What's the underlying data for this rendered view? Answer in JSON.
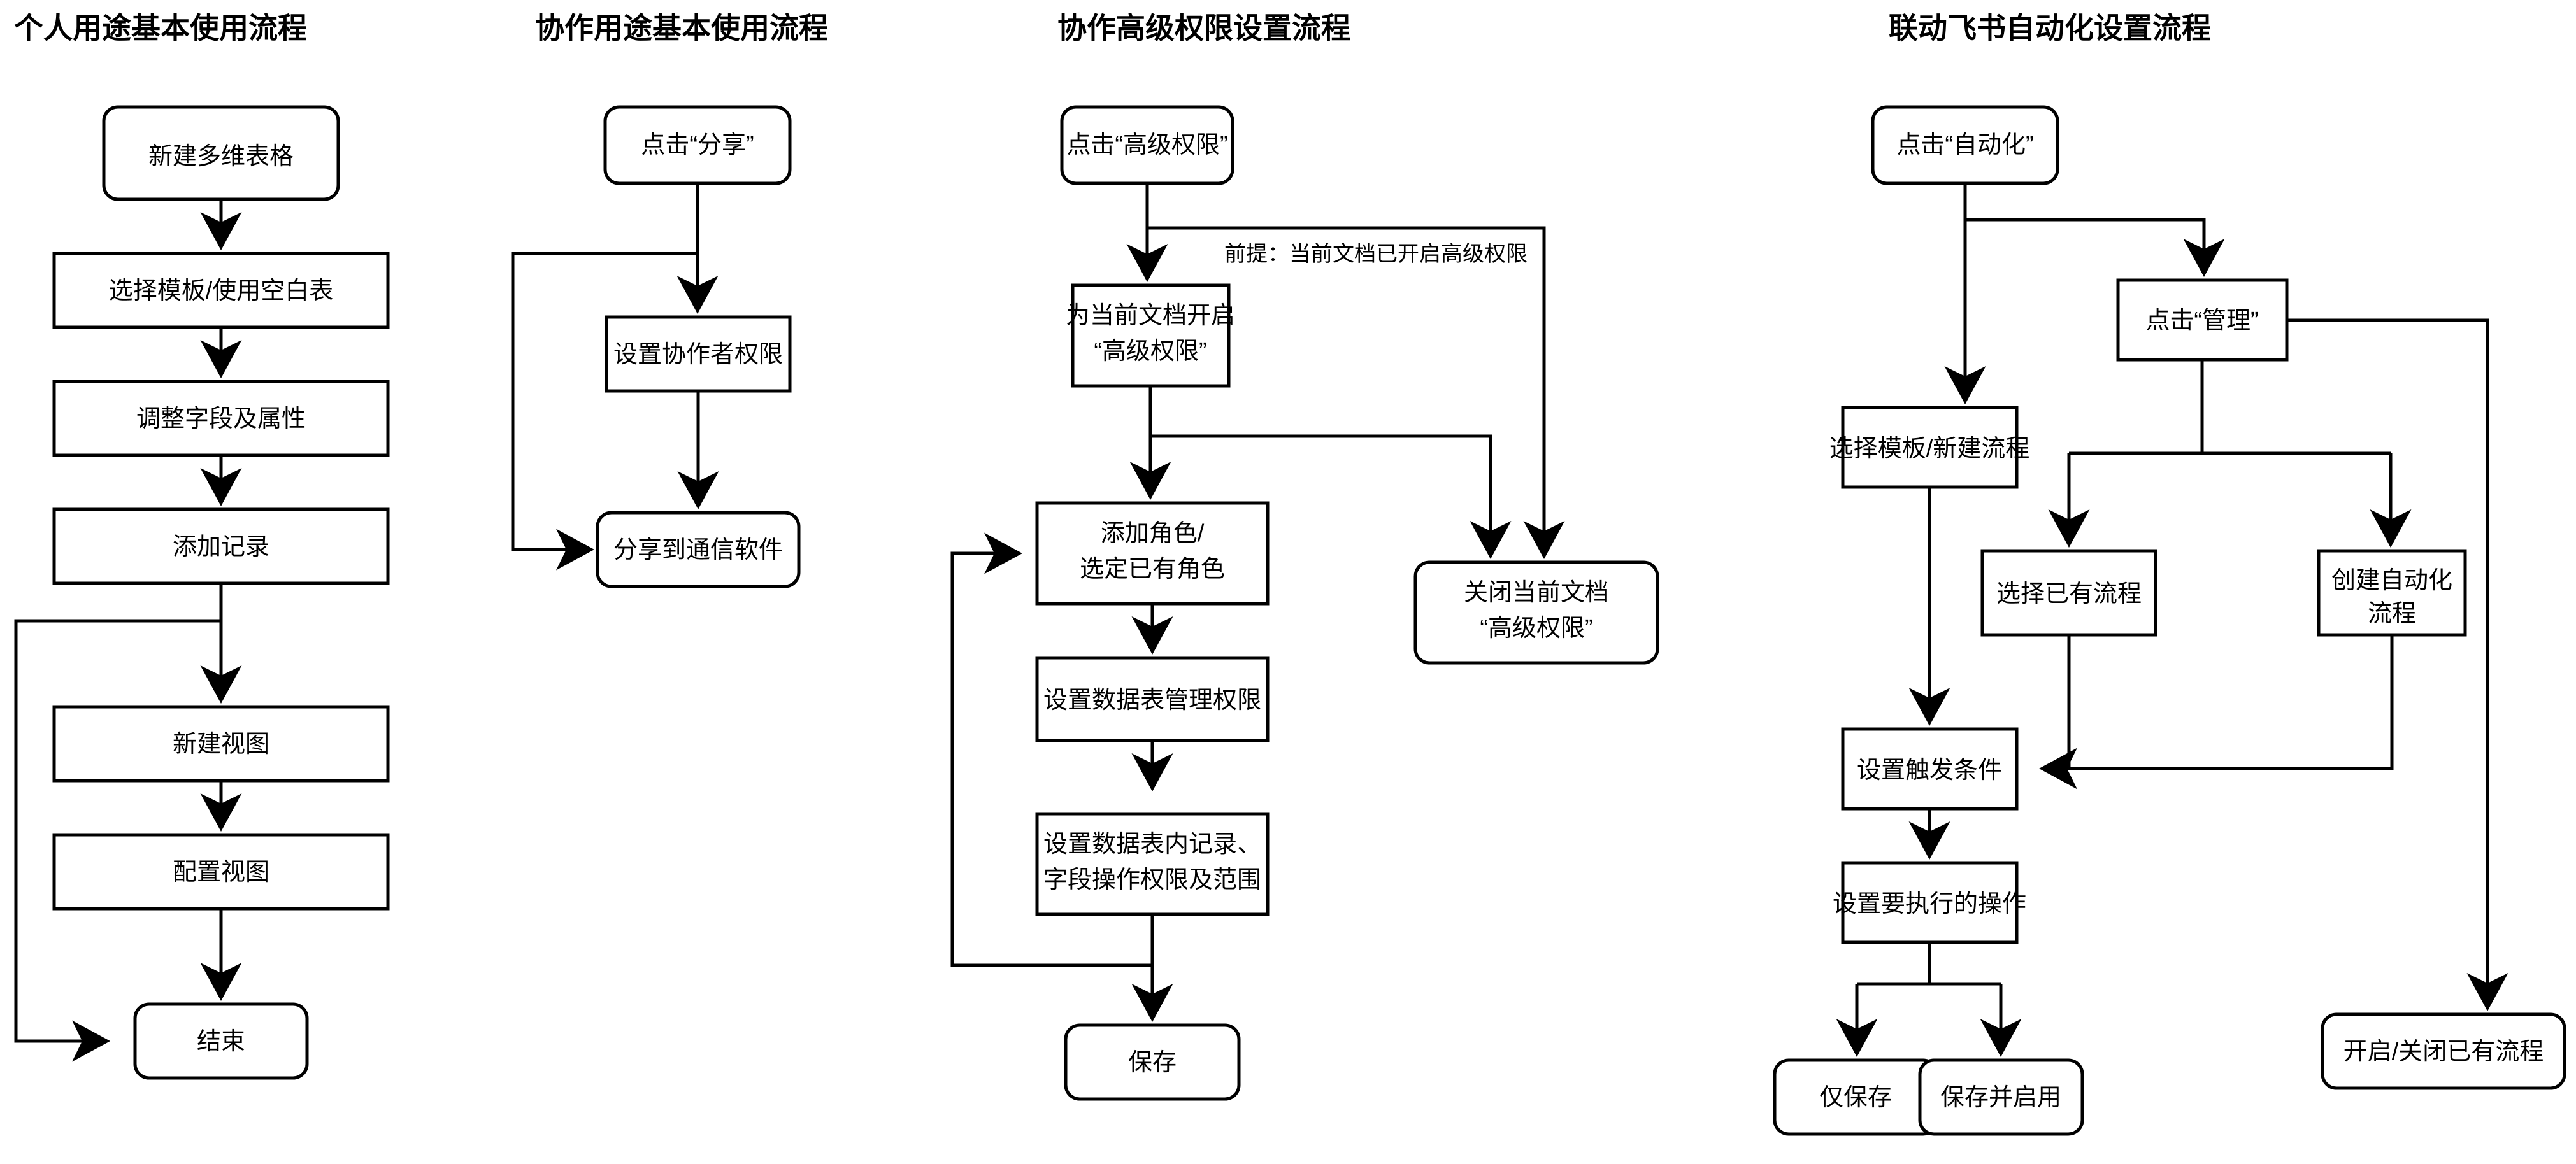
{
  "diagram": {
    "type": "flowchart",
    "background": "#ffffff",
    "stroke_color": "#000000",
    "columns": [
      {
        "id": "col1",
        "title": "个人用途基本使用流程",
        "nodes": [
          {
            "id": "c1n1",
            "label": "新建多维表格",
            "shape": "rounded"
          },
          {
            "id": "c1n2",
            "label": "选择模板/使用空白表",
            "shape": "rect"
          },
          {
            "id": "c1n3",
            "label": "调整字段及属性",
            "shape": "rect"
          },
          {
            "id": "c1n4",
            "label": "添加记录",
            "shape": "rect"
          },
          {
            "id": "c1n5",
            "label": "新建视图",
            "shape": "rect"
          },
          {
            "id": "c1n6",
            "label": "配置视图",
            "shape": "rect"
          },
          {
            "id": "c1n7",
            "label": "结束",
            "shape": "rounded"
          }
        ],
        "edges": [
          {
            "from": "c1n1",
            "to": "c1n2"
          },
          {
            "from": "c1n2",
            "to": "c1n3"
          },
          {
            "from": "c1n3",
            "to": "c1n4"
          },
          {
            "from": "c1n4",
            "to": "c1n5"
          },
          {
            "from": "c1n4",
            "to": "c1n7",
            "routing": "left-bypass"
          },
          {
            "from": "c1n5",
            "to": "c1n6"
          },
          {
            "from": "c1n6",
            "to": "c1n7"
          }
        ]
      },
      {
        "id": "col2",
        "title": "协作用途基本使用流程",
        "nodes": [
          {
            "id": "c2n1",
            "label": "点击“分享”",
            "shape": "rounded"
          },
          {
            "id": "c2n2",
            "label": "设置协作者权限",
            "shape": "rect"
          },
          {
            "id": "c2n3",
            "label": "分享到通信软件",
            "shape": "rounded"
          }
        ],
        "edges": [
          {
            "from": "c2n1",
            "to": "c2n2"
          },
          {
            "from": "c2n1",
            "to": "c2n3",
            "routing": "left-bypass"
          },
          {
            "from": "c2n2",
            "to": "c2n3"
          }
        ]
      },
      {
        "id": "col3",
        "title": "协作高级权限设置流程",
        "annotation": "前提：当前文档已开启高级权限",
        "nodes": [
          {
            "id": "c3n1",
            "label": "点击“高级权限”",
            "shape": "rounded"
          },
          {
            "id": "c3n2",
            "label_line1": "为当前文档开启",
            "label_line2": "“高级权限”",
            "shape": "rect"
          },
          {
            "id": "c3n3",
            "label_line1": "添加角色/",
            "label_line2": "选定已有角色",
            "shape": "rect"
          },
          {
            "id": "c3n4",
            "label": "设置数据表管理权限",
            "shape": "rect"
          },
          {
            "id": "c3n5",
            "label_line1": "设置数据表内记录、",
            "label_line2": "字段操作权限及范围",
            "shape": "rect"
          },
          {
            "id": "c3n6",
            "label": "保存",
            "shape": "rounded"
          },
          {
            "id": "c3n7",
            "label_line1": "关闭当前文档",
            "label_line2": "“高级权限”",
            "shape": "rounded"
          }
        ],
        "edges": [
          {
            "from": "c3n1",
            "to": "c3n2"
          },
          {
            "from": "c3n1",
            "to": "c3n7",
            "routing": "right-bypass"
          },
          {
            "from": "c3n2",
            "to": "c3n3"
          },
          {
            "from": "c3n2",
            "to": "c3n7",
            "routing": "right-bypass"
          },
          {
            "from": "c3n3",
            "to": "c3n4"
          },
          {
            "from": "c3n4",
            "to": "c3n5"
          },
          {
            "from": "c3n5",
            "to": "c3n6"
          },
          {
            "from": "c3n5",
            "to": "c3n3",
            "routing": "left-loop-back"
          }
        ]
      },
      {
        "id": "col4",
        "title": "联动飞书自动化设置流程",
        "nodes": [
          {
            "id": "c4n1",
            "label": "点击“自动化”",
            "shape": "rounded"
          },
          {
            "id": "c4n2",
            "label": "选择模板/新建流程",
            "shape": "rect"
          },
          {
            "id": "c4n3",
            "label": "点击“管理”",
            "shape": "rect"
          },
          {
            "id": "c4n4",
            "label": "选择已有流程",
            "shape": "rect"
          },
          {
            "id": "c4n5",
            "label_line1": "创建自动化",
            "label_line2": "流程",
            "shape": "rect"
          },
          {
            "id": "c4n6",
            "label": "设置触发条件",
            "shape": "rect"
          },
          {
            "id": "c4n7",
            "label": "设置要执行的操作",
            "shape": "rect"
          },
          {
            "id": "c4n8",
            "label": "仅保存",
            "shape": "rounded"
          },
          {
            "id": "c4n9",
            "label": "保存并启用",
            "shape": "rounded"
          },
          {
            "id": "c4n10",
            "label": "开启/关闭已有流程",
            "shape": "rounded"
          }
        ],
        "edges": [
          {
            "from": "c4n1",
            "to": "c4n2"
          },
          {
            "from": "c4n1",
            "to": "c4n3",
            "routing": "right-branch"
          },
          {
            "from": "c4n2",
            "to": "c4n6"
          },
          {
            "from": "c4n3",
            "to": "c4n4"
          },
          {
            "from": "c4n3",
            "to": "c4n5"
          },
          {
            "from": "c4n3",
            "to": "c4n10",
            "routing": "right-bypass"
          },
          {
            "from": "c4n4",
            "to": "c4n6",
            "routing": "down-left"
          },
          {
            "from": "c4n5",
            "to": "c4n6",
            "routing": "down-left"
          },
          {
            "from": "c4n6",
            "to": "c4n7"
          },
          {
            "from": "c4n7",
            "to": "c4n8"
          },
          {
            "from": "c4n7",
            "to": "c4n9"
          }
        ]
      }
    ]
  }
}
